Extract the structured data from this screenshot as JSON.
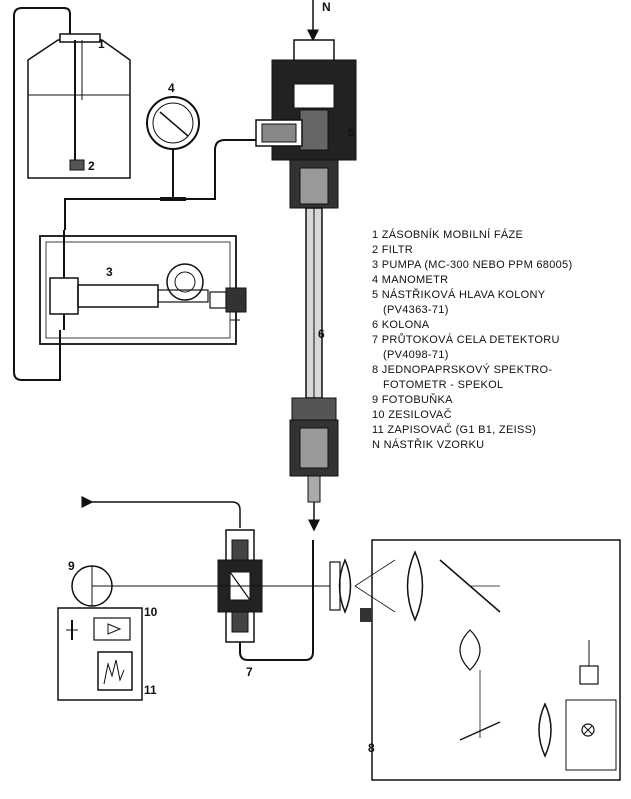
{
  "diagram": {
    "labels": {
      "n_top": "N",
      "c1": "1",
      "c2": "2",
      "c3": "3",
      "c4": "4",
      "c5": "5",
      "c6": "6",
      "c7": "7",
      "c8": "8",
      "c9": "9",
      "c10": "10",
      "c11": "11"
    },
    "legend": [
      "1 ZÁSOBNÍK MOBILNÍ FÁZE",
      "2 FILTR",
      "3 PUMPA (MC-300 NEBO PPM 68005)",
      "4 MANOMETR",
      "5 NÁSTŘIKOVÁ HLAVA KOLONY",
      "(PV4363-71)",
      "6 KOLONA",
      "7 PRŮTOKOVÁ CELA DETEKTORU",
      "(PV4098-71)",
      "8 JEDNOPAPRSKOVÝ SPEKTRO-",
      "FOTOMETR - SPEKOL",
      "9 FOTOBUŇKA",
      "10 ZESILOVAČ",
      "11 ZAPISOVAČ (G1 B1, ZEISS)",
      "N NÁSTŘIK VZORKU"
    ]
  }
}
